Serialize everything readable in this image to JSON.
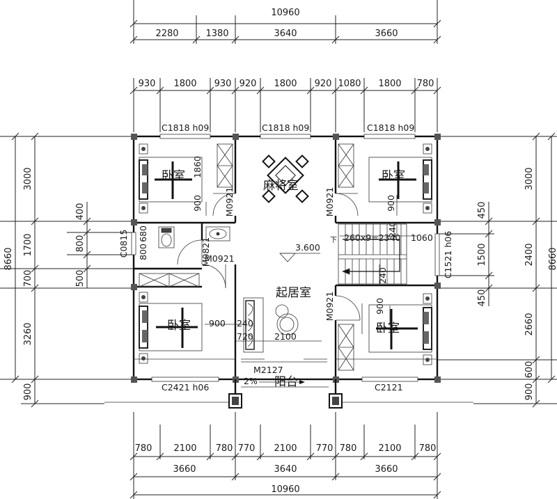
{
  "dims": {
    "top_total": "10960",
    "top_mid": [
      "2280",
      "1380",
      "3640",
      "3660"
    ],
    "top_win": [
      "930",
      "1800",
      "930",
      "920",
      "1800",
      "920",
      "1080",
      "1800",
      "780"
    ],
    "bottom_win": [
      "780",
      "2100",
      "780",
      "770",
      "2100",
      "770",
      "780",
      "2100",
      "780"
    ],
    "bottom_mid": [
      "3660",
      "3640",
      "3660"
    ],
    "bottom_total": "10960",
    "left_outer": [
      "3000",
      "1700",
      "700",
      "3260",
      "900"
    ],
    "left_total": "8660",
    "left_inner": [
      "400",
      "800",
      "500"
    ],
    "right_outer": [
      "3000",
      "2400",
      "2660",
      "900"
    ],
    "right_total": "8660",
    "right_inner": [
      "450",
      "1500",
      "450",
      "600"
    ]
  },
  "labels": {
    "win_top_left": "C1818  h09",
    "win_top_mid": "C1818  h09",
    "win_top_right": "C1818  h09",
    "win_bottom_left": "C2421  h06",
    "win_bottom_right": "C2121",
    "win_left": "C0815",
    "win_right": "C1521  h06",
    "door_1": "M0921",
    "door_2": "M0921",
    "door_3": "M0921",
    "door_4": "M0921",
    "door_5": "M2127",
    "door_6": "M0821",
    "bed_tl": "卧室",
    "bed_tr": "卧室",
    "bed_bl": "卧室",
    "bed_br": "卧室",
    "dining": "麻将室",
    "living": "起居室",
    "balcony": "阳台",
    "elevation": "3.600",
    "stair": "260x9=2340",
    "stair_down": "下",
    "d_1860": "1860",
    "d_900a": "900",
    "d_900b": "900",
    "d_900c": "900",
    "d_900d": "900",
    "d_680": "680",
    "d_800": "800",
    "d_1060": "1060",
    "d_240a": "240",
    "d_240b": "240",
    "d_240c": "240",
    "d_720": "720",
    "d_2100": "2100",
    "slope": "2%"
  }
}
